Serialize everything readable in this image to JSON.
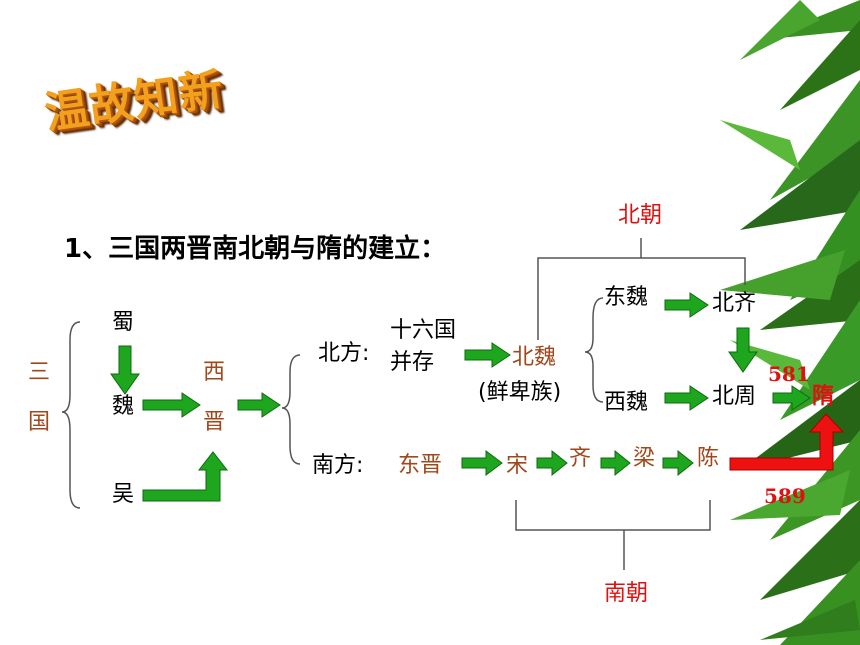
{
  "title": "温故知新",
  "heading": "1、三国两晋南北朝与隋的建立：",
  "three_kingdoms": {
    "label_1": "三",
    "label_2": "国",
    "shu": "蜀",
    "wei": "魏",
    "wu": "吴"
  },
  "western_jin": {
    "char_1": "西",
    "char_2": "晋"
  },
  "north": {
    "label": "北方:",
    "sixteen_1": "十六国",
    "sixteen_2": "并存",
    "northern_wei": "北魏",
    "xianbei": "(鲜卑族)",
    "eastern_wei": "东魏",
    "western_wei": "西魏",
    "northern_qi": "北齐",
    "northern_zhou": "北周"
  },
  "south": {
    "label": "南方:",
    "eastern_jin": "东晋",
    "song": "宋",
    "qi": "齐",
    "liang": "梁",
    "chen": "陈"
  },
  "dynasty_groups": {
    "northern": "北朝",
    "southern": "南朝"
  },
  "sui": {
    "label": "隋",
    "year_581": "581",
    "year_589": "589"
  },
  "colors": {
    "arrow_green": "#1fa61f",
    "arrow_red": "#ee1111",
    "brown_text": "#a0471b",
    "red_text": "#e01010"
  }
}
